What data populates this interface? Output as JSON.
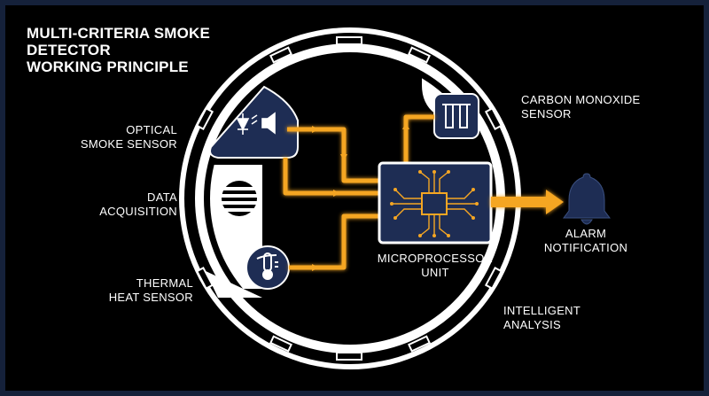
{
  "title": {
    "line1": "MULTI-CRITERIA SMOKE",
    "line2": "DETECTOR",
    "line3": "WORKING PRINCIPLE"
  },
  "labels": {
    "optical": [
      "OPTICAL",
      "SMOKE SENSOR"
    ],
    "data_acquisition": [
      "DATA",
      "ACQUISITION"
    ],
    "thermal": [
      "THERMAL",
      "HEAT SENSOR"
    ],
    "microprocessor": [
      "MICROPROCESSOR",
      "UNIT"
    ],
    "carbon_monoxide": [
      "CARBON MONOXIDE",
      "SENSOR"
    ],
    "alarm": [
      "ALARM",
      "NOTIFICATION"
    ],
    "intelligent": [
      "INTELLIGENT",
      "ANALYSIS"
    ]
  },
  "colors": {
    "background": "#000000",
    "border": "#15213a",
    "navy": "#1e2d54",
    "accent": "#f5a623",
    "white": "#ffffff"
  },
  "icons": {
    "optical": "photodiode-speaker-icon",
    "thermal": "thermometer-icon",
    "carbon_monoxide": "co-cell-icon",
    "chip": "cpu-chip-icon",
    "alarm": "bell-icon",
    "vent": "vent-grille-icon"
  }
}
